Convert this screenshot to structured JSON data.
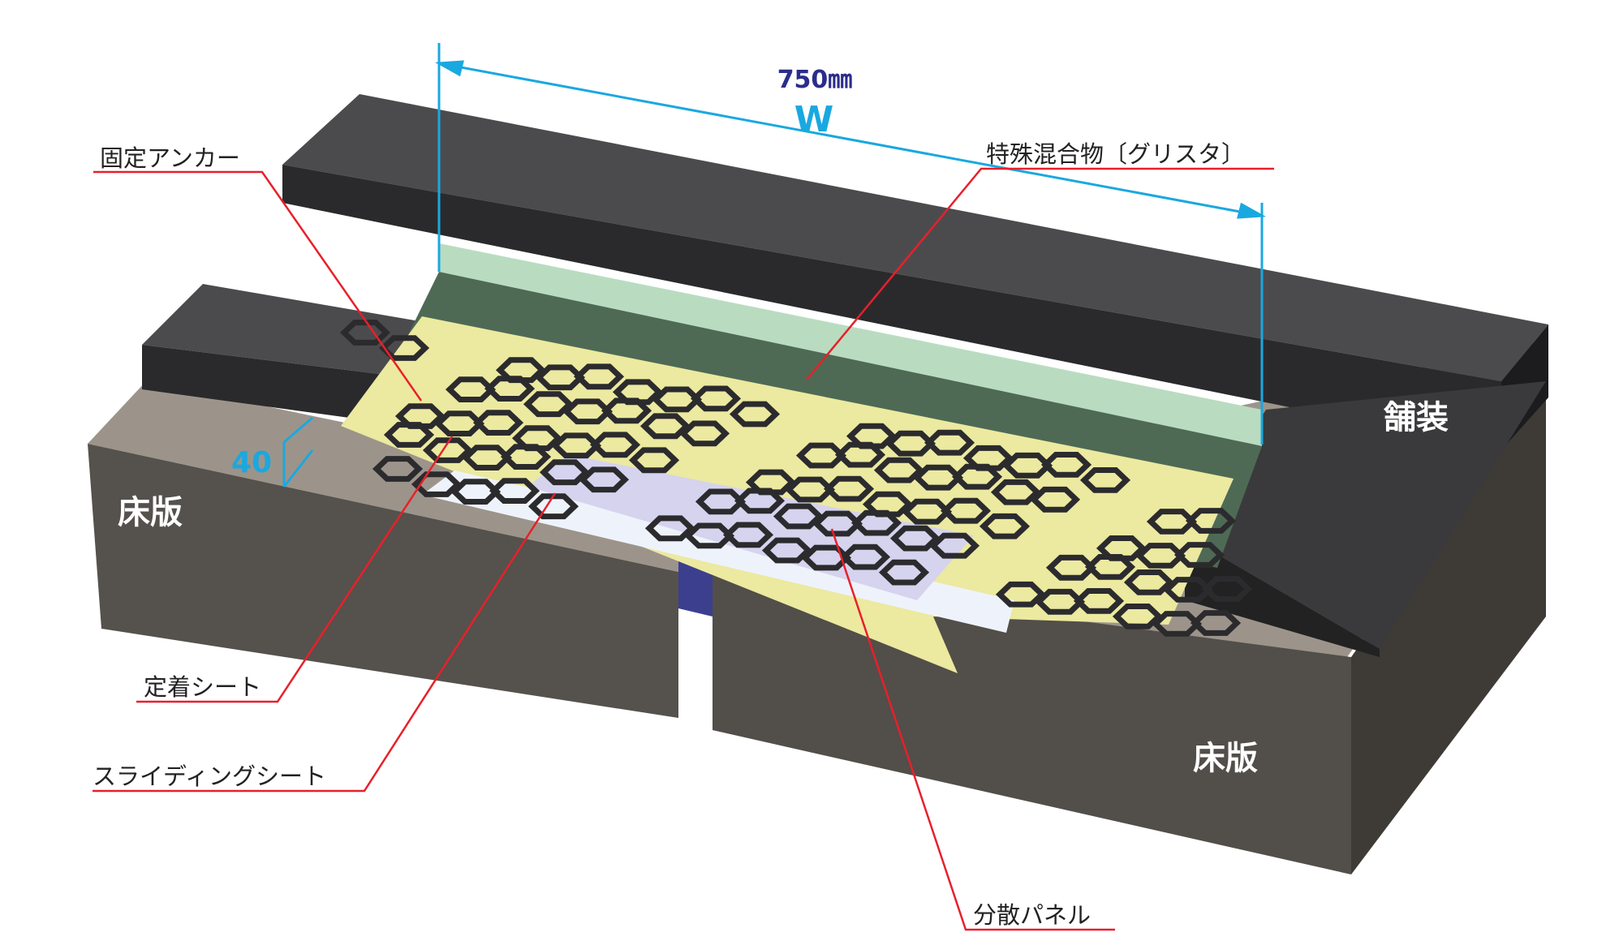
{
  "dimension": {
    "width_value": "750㎜",
    "width_symbol": "W",
    "thickness": "40"
  },
  "labels": {
    "fixed_anchor": "固定アンカー",
    "special_mixture": "特殊混合物〔グリスタ〕",
    "pavement": "舗装",
    "deck_slab_left": "床版",
    "deck_slab_right": "床版",
    "anchoring_sheet": "定着シート",
    "sliding_sheet": "スライディングシート",
    "distribution_panel": "分散パネル"
  },
  "colors": {
    "leader": "#e8202a",
    "dimension": "#1aa8e0",
    "dimension_text": "#2b2d8a",
    "pavement": "#3a3a3c",
    "concrete": "#5a5651",
    "sheet": "#ece9a0",
    "panel": "#d6d3ee",
    "mixture": "#b9dcc0"
  }
}
